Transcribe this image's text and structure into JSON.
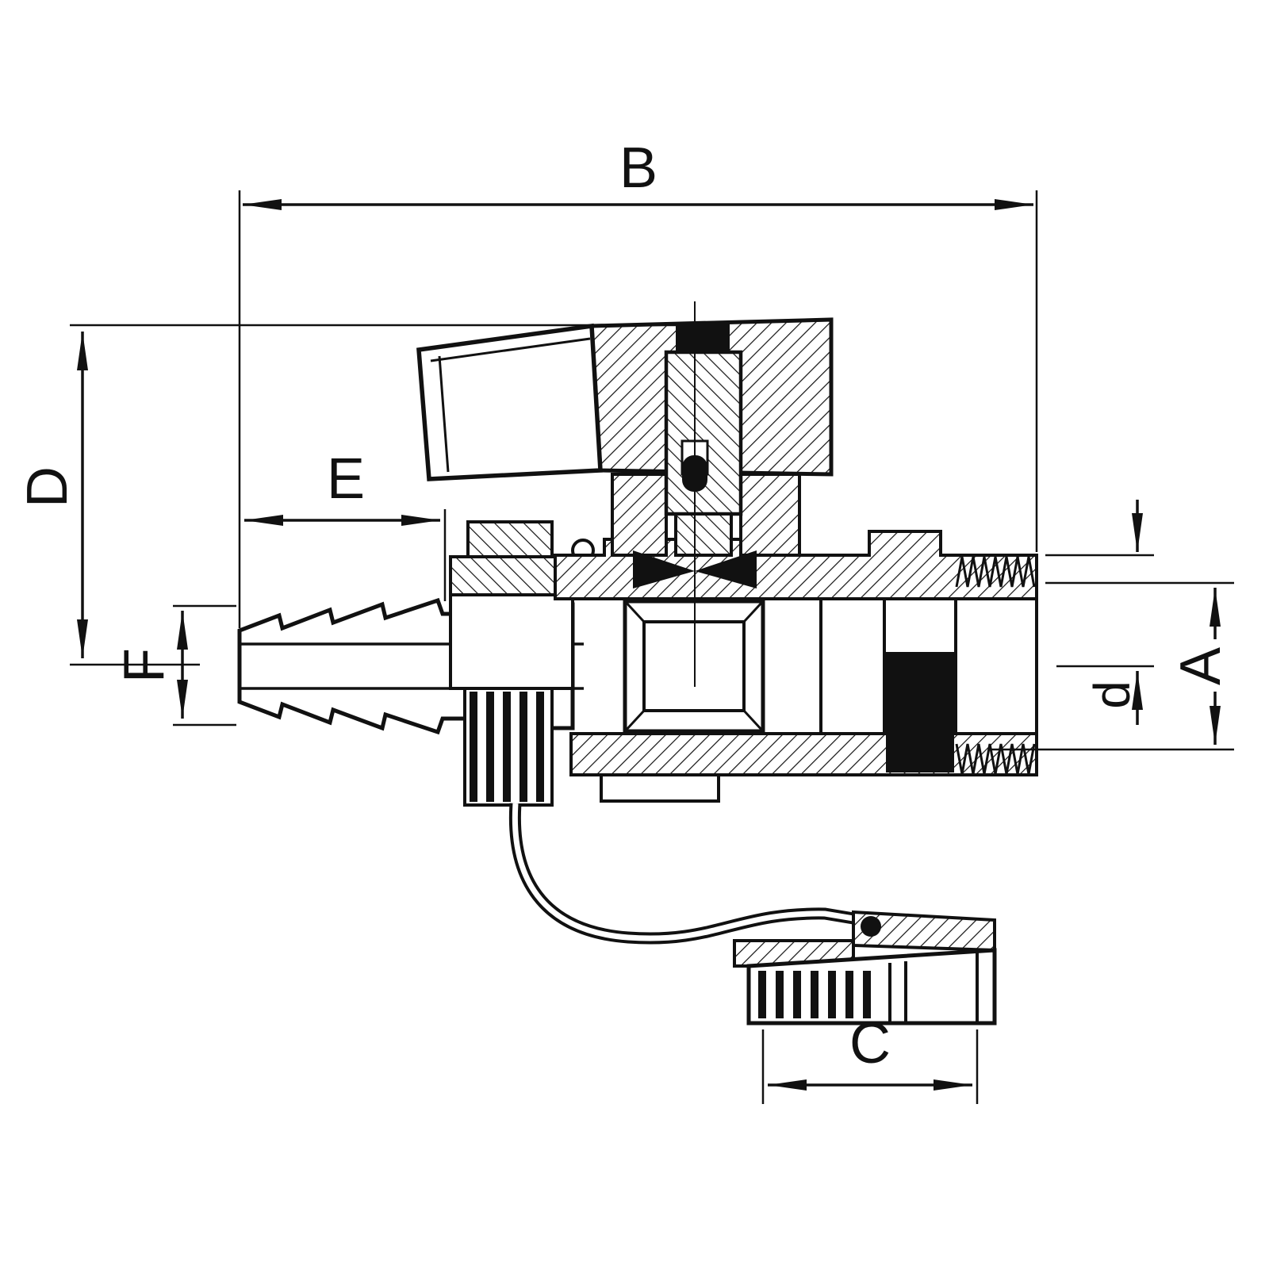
{
  "drawing": {
    "background": "#ffffff",
    "ink": "#111111",
    "dimension_labels": {
      "b": "B",
      "d_height": "D",
      "e": "E",
      "f": "F",
      "a": "A",
      "d_diameter": "d",
      "c": "C"
    }
  }
}
